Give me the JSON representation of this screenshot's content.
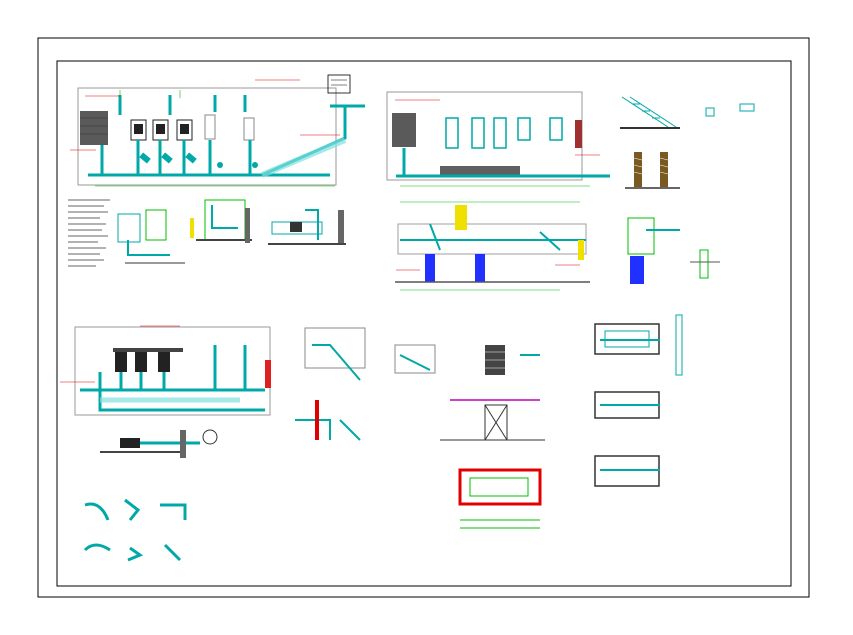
{
  "drawing": {
    "title": "",
    "text_labels": [],
    "colors": {
      "background": "#ffffff",
      "frame": "#000000",
      "pipe": "#00a8a8",
      "pipe_light": "#7fe0e0",
      "dimension": "#00c000",
      "annotation": "#e00000",
      "magenta": "#c000c0",
      "blue_block": "#2030ff",
      "hatch": "#404040",
      "yellow": "#f0e000",
      "equipment": "#202020"
    },
    "views": [
      {
        "id": "pump-station-plan-top-left",
        "type": "plan"
      },
      {
        "id": "pump-station-plan-top-right",
        "type": "plan"
      },
      {
        "id": "notes-list",
        "type": "notes"
      },
      {
        "id": "section-a",
        "type": "section"
      },
      {
        "id": "section-b",
        "type": "section"
      },
      {
        "id": "section-c",
        "type": "section"
      },
      {
        "id": "long-section",
        "type": "section"
      },
      {
        "id": "valve-chamber-section",
        "type": "section"
      },
      {
        "id": "pump-station-plan-bottom-left",
        "type": "plan"
      },
      {
        "id": "pump-elevation",
        "type": "elevation"
      },
      {
        "id": "pipe-fittings",
        "type": "detail"
      },
      {
        "id": "inlet-details",
        "type": "detail"
      },
      {
        "id": "manhole-plan",
        "type": "plan"
      },
      {
        "id": "valve-box-details",
        "type": "detail"
      }
    ]
  }
}
